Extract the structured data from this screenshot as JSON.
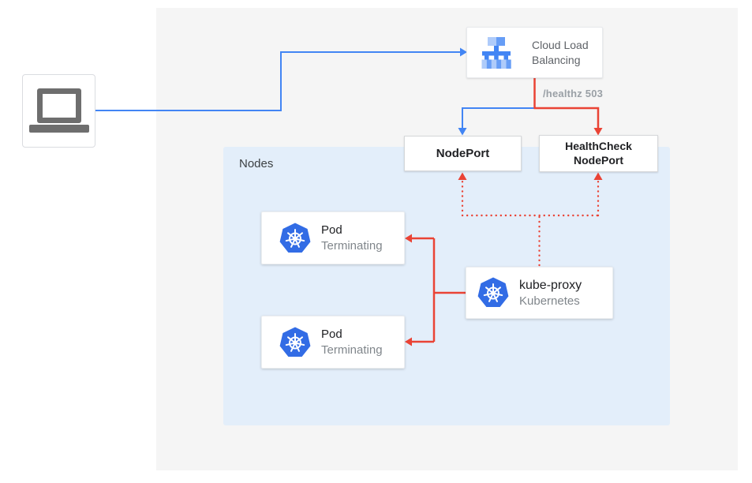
{
  "colors": {
    "traffic_blue": "#4285f4",
    "healthcheck_red": "#ea4335",
    "kubernetes_blue": "#326ce5",
    "clb_icon_light": "#aecbfa",
    "clb_icon_medium": "#669df6",
    "nodes_bg": "#e3eefa",
    "canvas_bg": "#f5f5f5",
    "muted_text": "#80868b",
    "dark_text": "#202124"
  },
  "client": {
    "icon": "laptop-icon"
  },
  "cloud_load_balancing": {
    "icon": "cloud-load-balancing-icon",
    "label": "Cloud Load Balancing"
  },
  "health_check_path": "/healthz 503",
  "node_port": {
    "label": "NodePort"
  },
  "health_check_node_port": {
    "label": "HealthCheck NodePort"
  },
  "nodes": {
    "label": "Nodes",
    "pods": [
      {
        "icon": "kubernetes-icon",
        "title": "Pod",
        "status": "Terminating"
      },
      {
        "icon": "kubernetes-icon",
        "title": "Pod",
        "status": "Terminating"
      }
    ],
    "kube_proxy": {
      "icon": "kubernetes-icon",
      "title": "kube-proxy",
      "subtitle": "Kubernetes"
    }
  }
}
